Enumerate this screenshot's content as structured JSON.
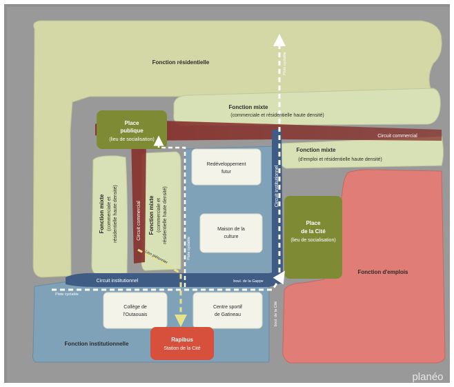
{
  "zones": {
    "residential": "Fonction résidentielle",
    "mixed_top": {
      "title": "Fonction mixte",
      "subtitle": "(commerciale et résidentielle haute densité)"
    },
    "mixed_right": {
      "title": "Fonction mixte",
      "subtitle": "(d'emploi et résidentielle haute densité)"
    },
    "mixed_left": {
      "title": "Fonction mixte",
      "lines": [
        "(commerciale et",
        "résidentielle haute densité)"
      ]
    },
    "mixed_center": {
      "title": "Fonction mixte",
      "lines": [
        "(commerciale et",
        "résidentielle haute densité)"
      ]
    },
    "institutional": "Fonction institutionnelle",
    "employment": "Fonction d'emplois"
  },
  "places": {
    "place_publique": {
      "line1": "Place",
      "line2": "publique",
      "sub": "(lieu de socialisation)"
    },
    "place_cite": {
      "line1": "Place",
      "line2": "de la Cité",
      "sub": "(lieu de socialisation)"
    }
  },
  "buildings": {
    "redevelopment": {
      "line1": "Redéveloppement",
      "line2": "futur"
    },
    "maison_culture": {
      "line1": "Maison de la",
      "line2": "culture"
    },
    "college": {
      "line1": "Collège de",
      "line2": "l'Outaouais"
    },
    "centre_sportif": {
      "line1": "Centre sportif",
      "line2": "de Gatineau"
    },
    "rapibus": {
      "line1": "Rapibus",
      "line2": "Station de la Cité"
    }
  },
  "circuits": {
    "commercial_h": "Circuit commercial",
    "commercial_v": "Circuit commercial",
    "institutional_h": "Circuit institutionnel",
    "institutional_v": "Circuit institutionnel",
    "boul_gappe": "boul. de la Gappe",
    "boul_cite": "boul. de la Cité"
  },
  "paths": {
    "piste_top": "Piste cyclable",
    "piste_left": "Piste cyclable",
    "piste_mid": "Piste cyclable",
    "lien": "Lien piétonnier"
  },
  "logo": "planéo",
  "colors": {
    "background": "#8f8f8f",
    "residential": "#d3d8a6",
    "mixed": "#d8e1b5",
    "institutional": "#7fa2b9",
    "employment": "#df7d76",
    "place": "#7f8a35",
    "rapibus": "#d6503c",
    "commercial_circuit": "#85302b",
    "institutional_circuit": "#3f5c85"
  }
}
